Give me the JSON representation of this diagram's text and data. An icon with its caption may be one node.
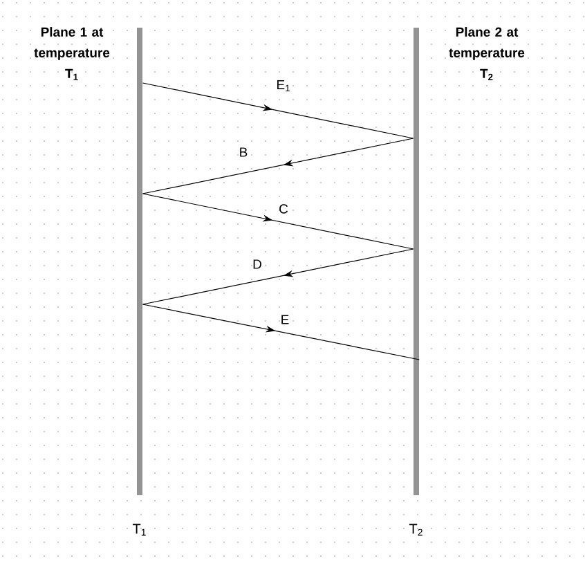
{
  "diagram": {
    "nodes": [
      {
        "text": [
          "Plane 1 at temperature T$_{1}$"
        ],
        "beside": [
          "T$_{1}$"
        ]
      },
      {
        "text": [
          "Plane 2 at temperature T$_{2}$"
        ],
        "beside": [
          "T$_{2}$"
        ]
      }
    ],
    "edges": [
      {
        "from": 0,
        "to": 1,
        "arrow": "to",
        "label": "E$_{1}$"
      },
      {
        "from": 1,
        "to": 0,
        "arrow": "to",
        "label": "B"
      },
      {
        "from": 0,
        "to": 1,
        "arrow": "to",
        "label": "C"
      },
      {
        "from": 1,
        "to": 0,
        "arrow": "to",
        "label": "D"
      },
      {
        "from": 0,
        "to": 1,
        "arrow": "to",
        "label": "E"
      }
    ]
  }
}
